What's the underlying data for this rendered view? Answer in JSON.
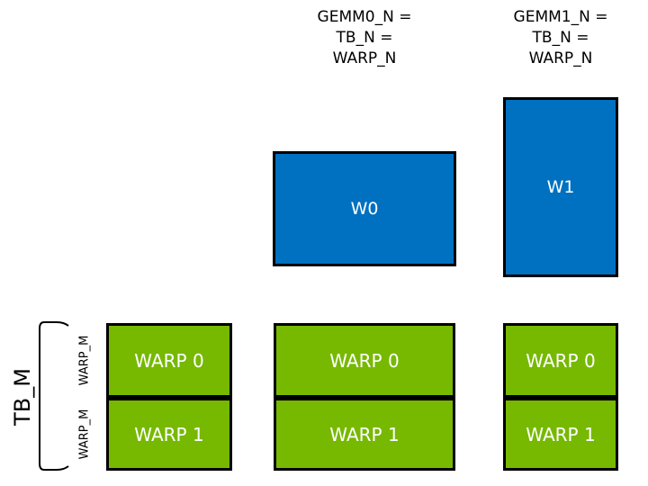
{
  "header_labels": {
    "gemm0": "GEMM0_N =\nTB_N =\nWARP_N",
    "gemm1": "GEMM1_N =\nTB_N =\nWARP_N"
  },
  "accumulator_tiles": {
    "w0": "W0",
    "w1": "W1"
  },
  "side_labels": {
    "tb_m": "TB_M",
    "warp_m_top": "WARP_M",
    "warp_m_bottom": "WARP_M"
  },
  "warp_columns": [
    {
      "name": "left",
      "rows": [
        "WARP 0",
        "WARP 1"
      ]
    },
    {
      "name": "middle",
      "rows": [
        "WARP 0",
        "WARP 1"
      ]
    },
    {
      "name": "right",
      "rows": [
        "WARP 0",
        "WARP 1"
      ]
    }
  ],
  "colors": {
    "tile_blue": "#0070C0",
    "tile_green": "#76B900",
    "border": "#000000",
    "tile_text": "#ffffff",
    "label_text": "#000000"
  }
}
